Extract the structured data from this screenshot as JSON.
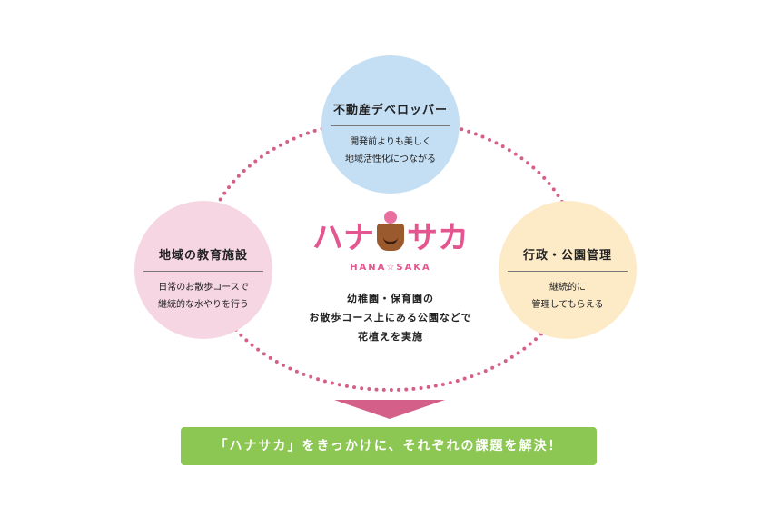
{
  "colors": {
    "dots": "#d4608a",
    "arrow": "#d4608a",
    "banner": "#8cc653",
    "blue": "#c4dff4",
    "pink": "#f5d6e2",
    "yellow": "#fdebc8"
  },
  "top": {
    "title": "不動産デベロッパー",
    "desc": "開発前よりも美しく\n地域活性化につながる"
  },
  "left": {
    "title": "地域の教育施設",
    "desc": "日常のお散歩コースで\n継続的な水やりを行う"
  },
  "right": {
    "title": "行政・公園管理",
    "desc": "継続的に\n管理してもらえる"
  },
  "logo": {
    "left": "ハナ",
    "right": "サカ",
    "sub": "HANA☆SAKA"
  },
  "center": "幼稚園・保育園の\nお散歩コース上にある公園などで\n花植えを実施",
  "banner": "「ハナサカ」をきっかけに、それぞれの課題を解決！"
}
